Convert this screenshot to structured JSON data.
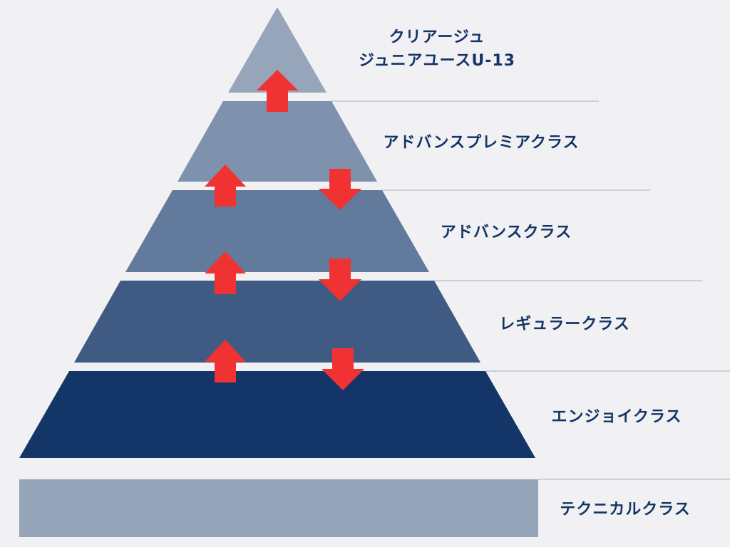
{
  "diagram": {
    "tiers": [
      {
        "label_line1": "クリアージュ",
        "label_line2": "ジュニアユースU-13",
        "color": "#97a5bb"
      },
      {
        "label": "アドバンスプレミアクラス",
        "color": "#7f92ad"
      },
      {
        "label": "アドバンスクラス",
        "color": "#627a9b"
      },
      {
        "label": "レギュラークラス",
        "color": "#3f5b84"
      },
      {
        "label": "エンジョイクラス",
        "color": "#133568"
      }
    ],
    "base": {
      "label": "テクニカルクラス",
      "color": "#96a4ba"
    },
    "arrow_color": "#f03232",
    "text_color": "#143466"
  }
}
